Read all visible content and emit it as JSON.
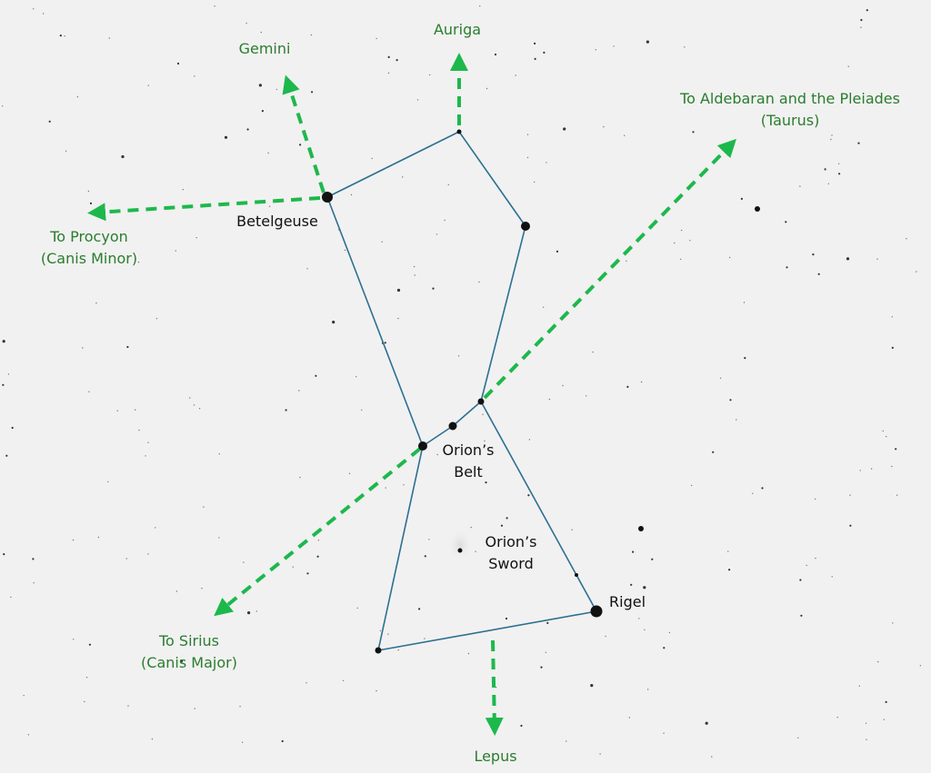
{
  "labels": {
    "gemini": "Gemini",
    "auriga": "Auriga",
    "aldebaran_line1": "To Aldebaran and the Pleiades",
    "aldebaran_line2": "(Taurus)",
    "procyon_line1": "To Procyon",
    "procyon_line2": "(Canis Minor)",
    "betelgeuse": "Betelgeuse",
    "belt_line1": "Orion’s",
    "belt_line2": "Belt",
    "sword_line1": "Orion’s",
    "sword_line2": "Sword",
    "rigel": "Rigel",
    "sirius_line1": "To Sirius",
    "sirius_line2": "(Canis Major)",
    "lepus": "Lepus"
  },
  "colors": {
    "constellation_line": "#2d6f91",
    "pointer": "#1db84c",
    "label_green": "#2a7d2e",
    "background": "#f1f1f1"
  }
}
